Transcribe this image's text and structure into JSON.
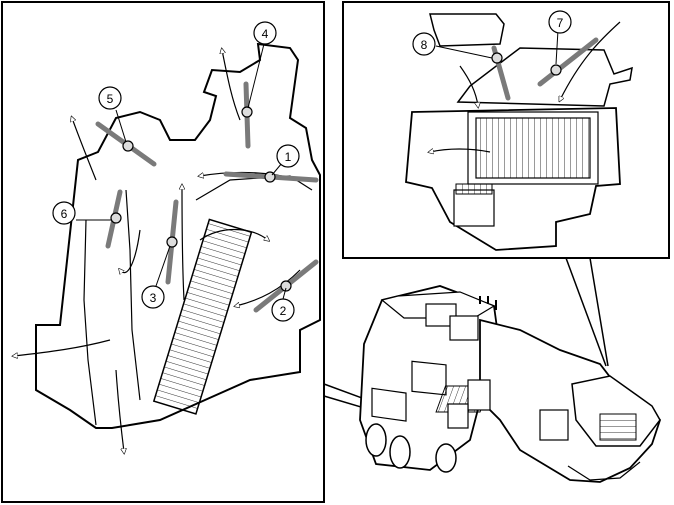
{
  "callouts": {
    "c1": "1",
    "c2": "2",
    "c3": "3",
    "c4": "4",
    "c5": "5",
    "c6": "6",
    "c7": "7",
    "c8": "8"
  },
  "colors": {
    "line": "#000000",
    "background": "#ffffff",
    "airflow_arrow": "#e8e8e8",
    "flap": "#7a7a7a"
  },
  "panels": {
    "left": "airflow-cross-section",
    "top_right": "blower-recirculation-detail",
    "bottom_right": "heater-unit-assembly"
  }
}
